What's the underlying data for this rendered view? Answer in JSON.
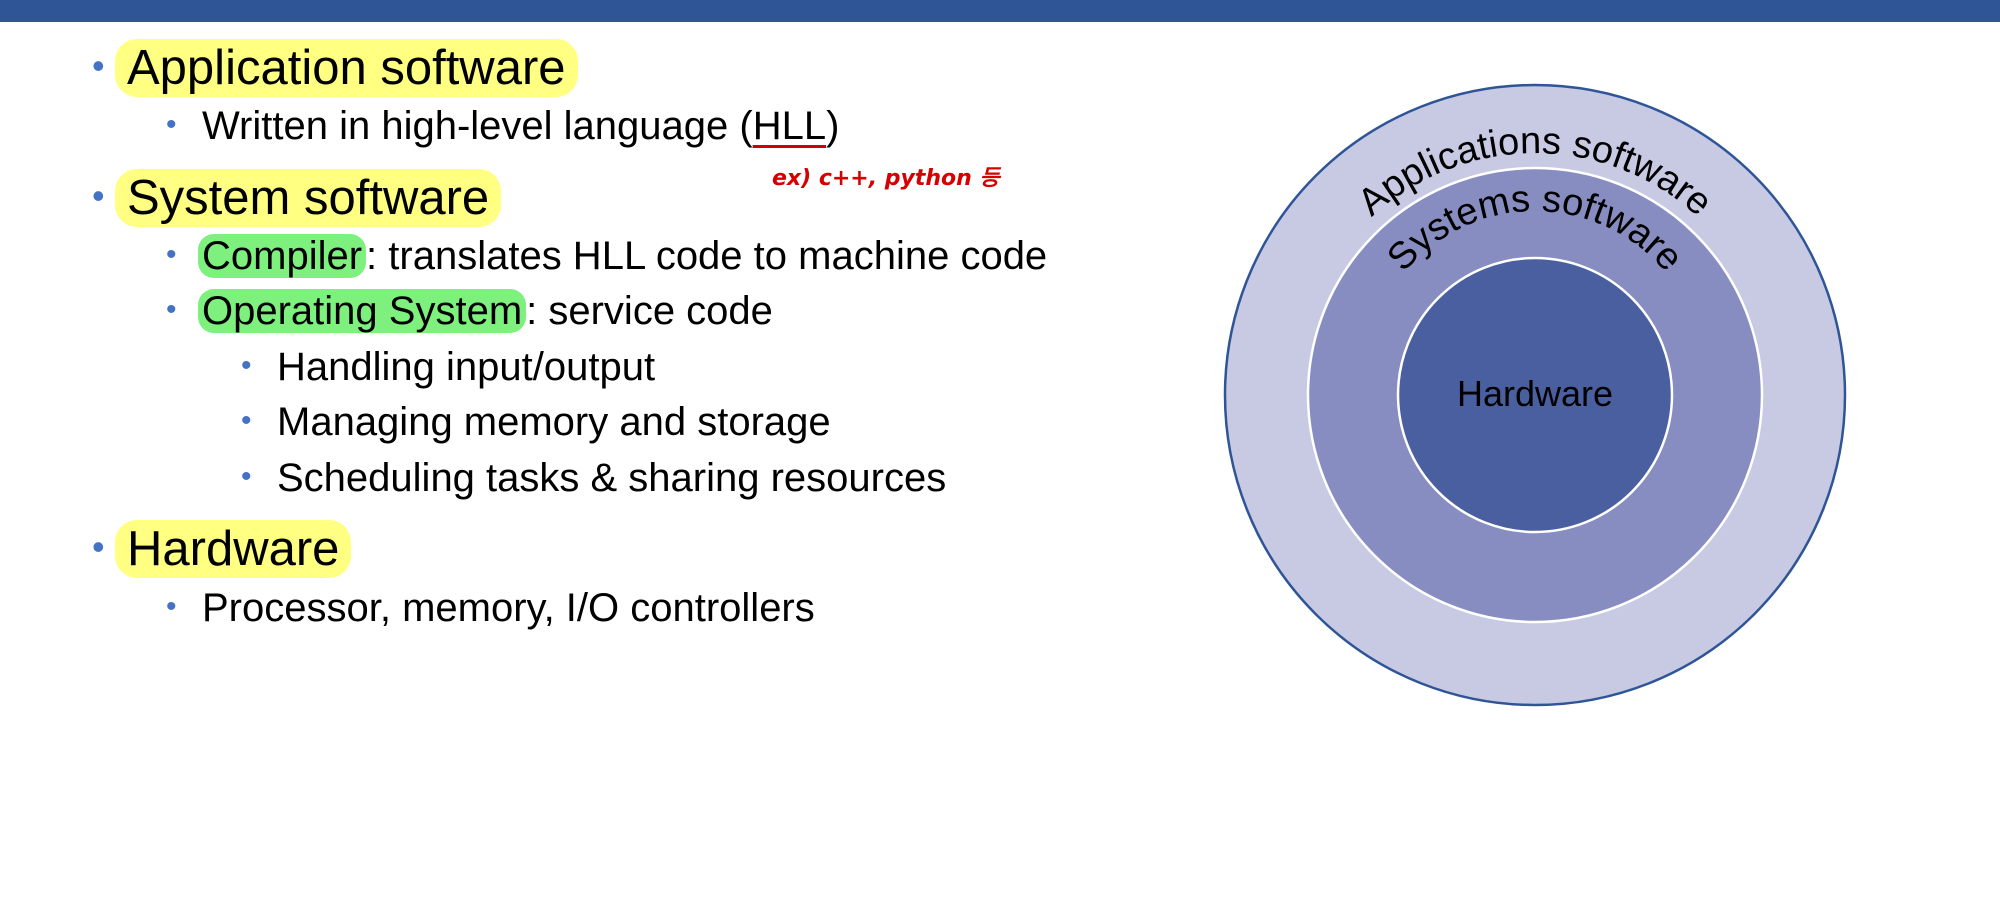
{
  "slide": {
    "items": [
      {
        "level": 1,
        "highlight": "Application software",
        "rest": "",
        "children": [
          {
            "level": 2,
            "pre": "Written in high-level language (",
            "underlined": "HLL",
            "post": ")"
          }
        ]
      },
      {
        "level": 1,
        "highlight": "System software",
        "rest": "",
        "children": [
          {
            "level": 2,
            "highlight": "Compiler",
            "rest": ": translates HLL code to machine code"
          },
          {
            "level": 2,
            "highlight": "Operating System",
            "rest": ": service code",
            "children": [
              {
                "level": 3,
                "text": "Handling input/output"
              },
              {
                "level": 3,
                "text": "Managing memory and storage"
              },
              {
                "level": 3,
                "text": "Scheduling tasks & sharing resources"
              }
            ]
          }
        ]
      },
      {
        "level": 1,
        "highlight": "Hardware",
        "rest": "",
        "children": [
          {
            "level": 2,
            "text": "Processor, memory, I/O controllers"
          }
        ]
      }
    ],
    "bullet_char": "•",
    "annotation": "ex) c++, python 등"
  },
  "diagram": {
    "outer_label": "Applications software",
    "middle_label": "Systems software",
    "inner_label": "Hardware",
    "colors": {
      "outer_fill": "#c8cae4",
      "middle_fill": "#878dc0",
      "inner_fill": "#4a5fa0",
      "outer_stroke": "#2f5597",
      "ring_stroke": "#ffffff"
    }
  },
  "theme": {
    "top_bar_color": "#2f5597",
    "bullet_color": "#4472c4",
    "highlight_yellow": "#ffff82",
    "highlight_green": "#7df07d",
    "annotation_color": "#d60000"
  }
}
